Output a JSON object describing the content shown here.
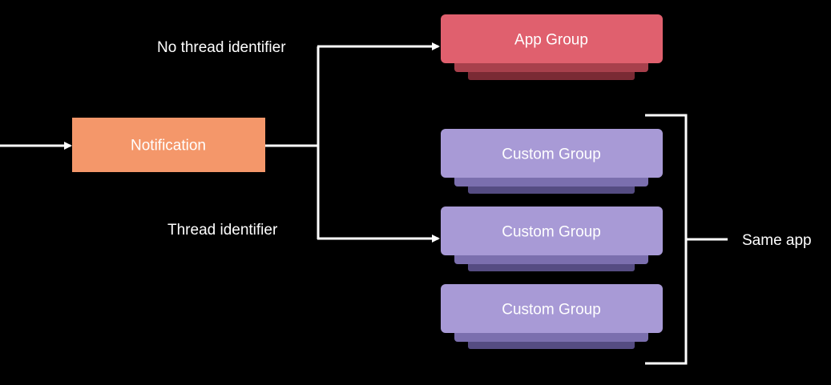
{
  "labels": {
    "no_thread": "No thread identifier",
    "thread": "Thread identifier",
    "same_app": "Same app"
  },
  "notification": {
    "label": "Notification",
    "color": "#f4976a"
  },
  "app_group": {
    "label": "App Group",
    "colors": {
      "front": "#e0606e",
      "mid": "#a8404c",
      "back": "#7a2a34"
    }
  },
  "custom_groups": [
    {
      "label": "Custom Group"
    },
    {
      "label": "Custom Group"
    },
    {
      "label": "Custom Group"
    }
  ],
  "custom_group_colors": {
    "front": "#a89ad6",
    "mid": "#7b6fae",
    "back": "#554c82"
  },
  "line_color": "#ffffff",
  "background": "#000000"
}
